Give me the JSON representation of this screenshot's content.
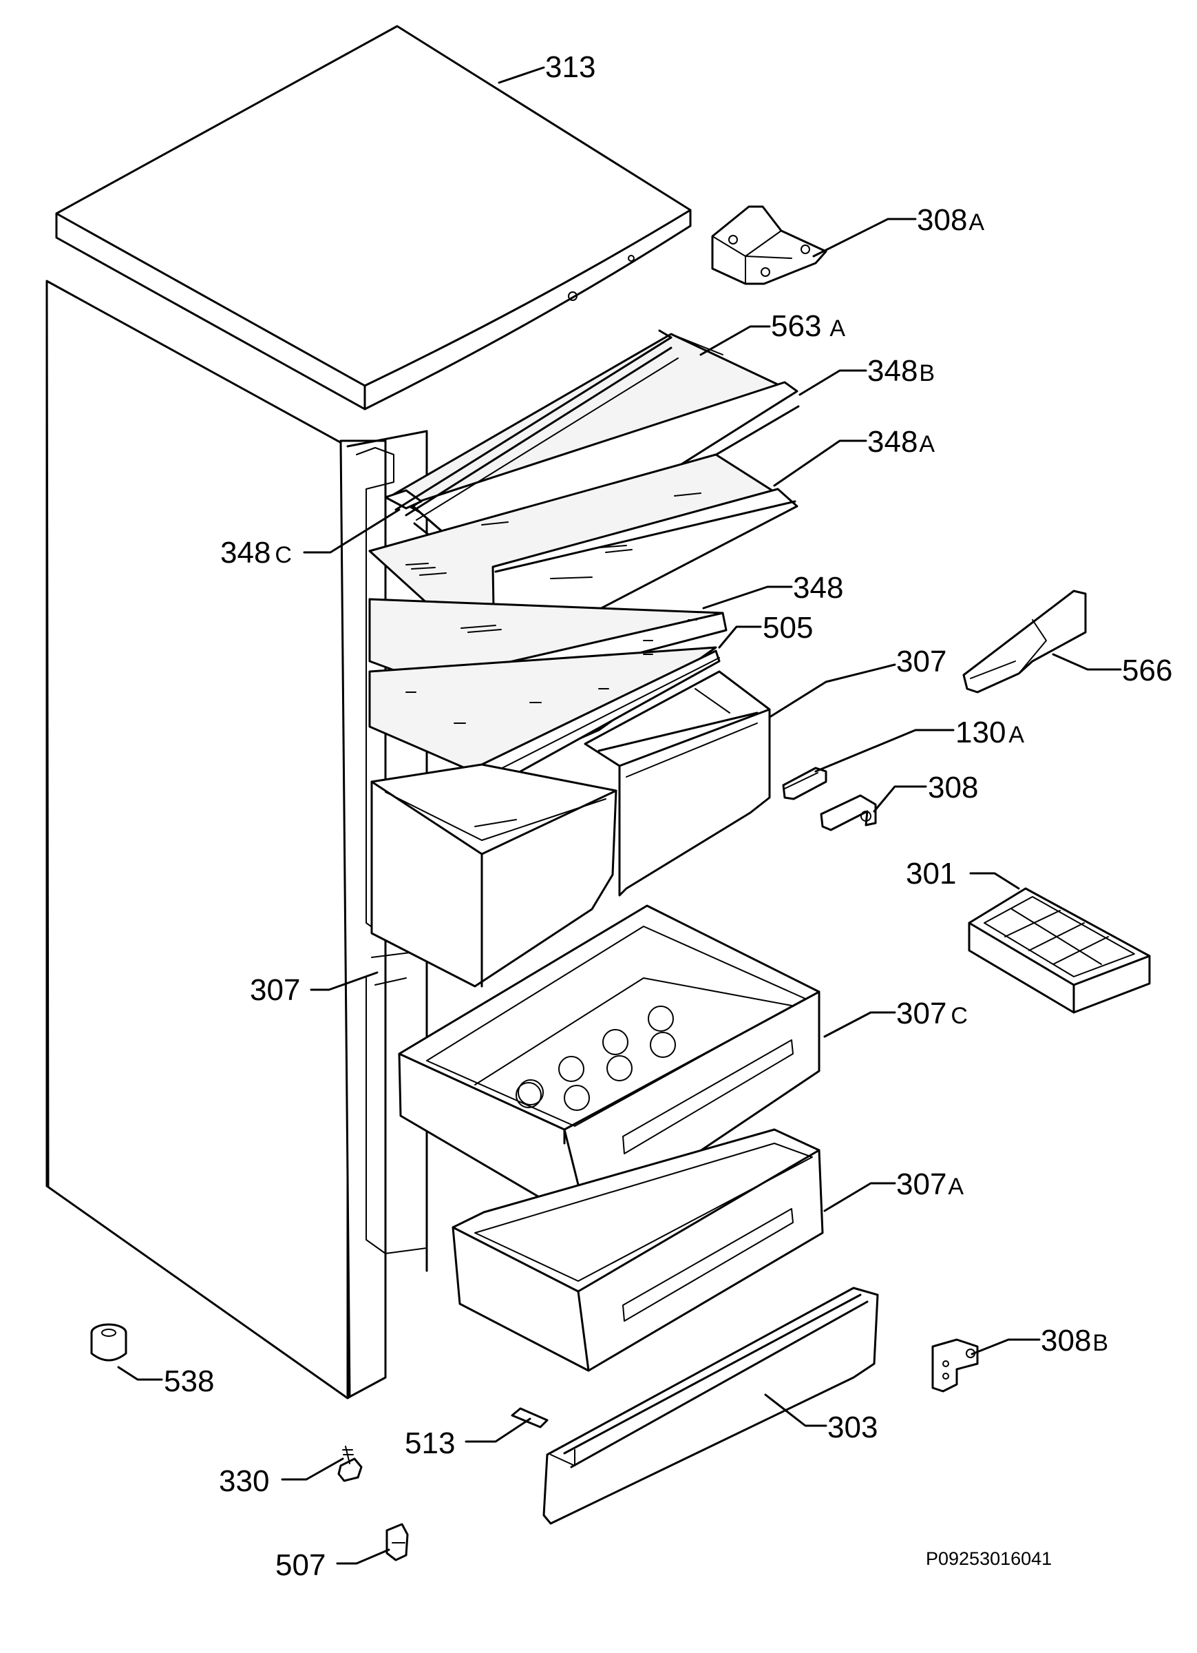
{
  "parts": [
    {
      "id": "p313",
      "num": "313",
      "suffix": ""
    },
    {
      "id": "p308a",
      "num": "308",
      "suffix": "A"
    },
    {
      "id": "p563a",
      "num": "563",
      "suffix": "A"
    },
    {
      "id": "p348b",
      "num": "348",
      "suffix": "B"
    },
    {
      "id": "p348a",
      "num": "348",
      "suffix": "A"
    },
    {
      "id": "p348c",
      "num": "348",
      "suffix": "C"
    },
    {
      "id": "p348",
      "num": "348",
      "suffix": ""
    },
    {
      "id": "p505",
      "num": "505",
      "suffix": ""
    },
    {
      "id": "p307r",
      "num": "307",
      "suffix": ""
    },
    {
      "id": "p566",
      "num": "566",
      "suffix": ""
    },
    {
      "id": "p130a",
      "num": "130",
      "suffix": "A"
    },
    {
      "id": "p308",
      "num": "308",
      "suffix": ""
    },
    {
      "id": "p301",
      "num": "301",
      "suffix": ""
    },
    {
      "id": "p307l",
      "num": "307",
      "suffix": ""
    },
    {
      "id": "p307c",
      "num": "307",
      "suffix": "C"
    },
    {
      "id": "p307a",
      "num": "307",
      "suffix": "A"
    },
    {
      "id": "p308b",
      "num": "308",
      "suffix": "B"
    },
    {
      "id": "p538",
      "num": "538",
      "suffix": ""
    },
    {
      "id": "p513",
      "num": "513",
      "suffix": ""
    },
    {
      "id": "p303",
      "num": "303",
      "suffix": ""
    },
    {
      "id": "p330",
      "num": "330",
      "suffix": ""
    },
    {
      "id": "p507",
      "num": "507",
      "suffix": ""
    }
  ],
  "drawing_code": "P09253016041"
}
